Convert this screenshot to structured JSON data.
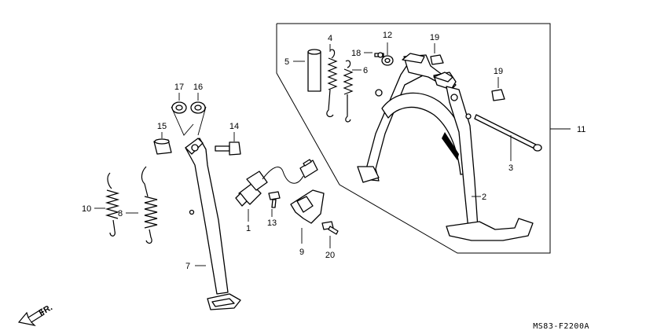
{
  "diagram_code": "MS83-F2200A",
  "direction": {
    "label": "FR.",
    "icon": "front-direction-arrow-icon"
  },
  "callouts": {
    "p1": "1",
    "p2": "2",
    "p3": "3",
    "p4": "4",
    "p5": "5",
    "p6": "6",
    "p7": "7",
    "p8": "8",
    "p9": "9",
    "p10": "10",
    "p11": "11",
    "p12": "12",
    "p13": "13",
    "p14": "14",
    "p15": "15",
    "p16": "16",
    "p17": "17",
    "p18": "18",
    "p19a": "19",
    "p19b": "19",
    "p20": "20"
  }
}
